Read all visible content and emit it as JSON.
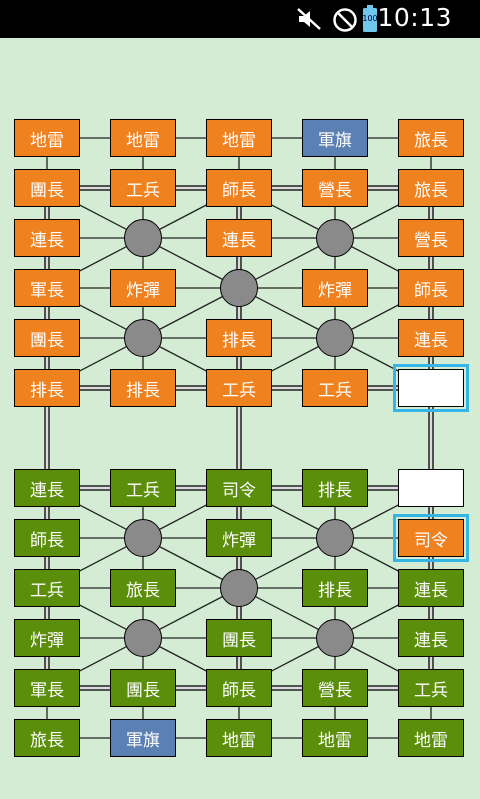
{
  "status_bar": {
    "time": "10:13",
    "battery_label": "100",
    "icons": [
      "mute-icon",
      "blocked-icon",
      "battery-icon"
    ]
  },
  "colors": {
    "background": "#d3ecd3",
    "orange_piece": "#f0811f",
    "green_piece": "#5a8e0b",
    "flag_piece": "#5b80b4",
    "camp": "#8a8a8a",
    "empty_piece": "#ffffff",
    "selection": "#35b5e6"
  },
  "board": {
    "columns": 5,
    "camp_positions": [
      [
        2,
        1
      ],
      [
        2,
        3
      ],
      [
        3,
        2
      ],
      [
        4,
        1
      ],
      [
        4,
        3
      ],
      [
        7,
        1
      ],
      [
        7,
        3
      ],
      [
        8,
        2
      ],
      [
        9,
        1
      ],
      [
        9,
        3
      ]
    ],
    "railroad_rows": [
      1,
      5,
      6,
      10
    ],
    "railroad_columns": [
      0,
      2,
      4
    ],
    "selected_cells": [
      [
        5,
        4
      ],
      [
        7,
        4
      ]
    ],
    "rows": [
      {
        "row": 0,
        "cells": [
          {
            "col": 0,
            "text": "地雷",
            "side": "orange"
          },
          {
            "col": 1,
            "text": "地雷",
            "side": "orange"
          },
          {
            "col": 2,
            "text": "地雷",
            "side": "orange"
          },
          {
            "col": 3,
            "text": "軍旗",
            "side": "flag"
          },
          {
            "col": 4,
            "text": "旅長",
            "side": "orange"
          }
        ]
      },
      {
        "row": 1,
        "cells": [
          {
            "col": 0,
            "text": "團長",
            "side": "orange"
          },
          {
            "col": 1,
            "text": "工兵",
            "side": "orange"
          },
          {
            "col": 2,
            "text": "師長",
            "side": "orange"
          },
          {
            "col": 3,
            "text": "營長",
            "side": "orange"
          },
          {
            "col": 4,
            "text": "旅長",
            "side": "orange"
          }
        ]
      },
      {
        "row": 2,
        "cells": [
          {
            "col": 0,
            "text": "連長",
            "side": "orange"
          },
          {
            "col": 2,
            "text": "連長",
            "side": "orange"
          },
          {
            "col": 4,
            "text": "營長",
            "side": "orange"
          }
        ]
      },
      {
        "row": 3,
        "cells": [
          {
            "col": 0,
            "text": "軍長",
            "side": "orange"
          },
          {
            "col": 1,
            "text": "炸彈",
            "side": "orange"
          },
          {
            "col": 3,
            "text": "炸彈",
            "side": "orange"
          },
          {
            "col": 4,
            "text": "師長",
            "side": "orange"
          }
        ]
      },
      {
        "row": 4,
        "cells": [
          {
            "col": 0,
            "text": "團長",
            "side": "orange"
          },
          {
            "col": 2,
            "text": "排長",
            "side": "orange"
          },
          {
            "col": 4,
            "text": "連長",
            "side": "orange"
          }
        ]
      },
      {
        "row": 5,
        "cells": [
          {
            "col": 0,
            "text": "排長",
            "side": "orange"
          },
          {
            "col": 1,
            "text": "排長",
            "side": "orange"
          },
          {
            "col": 2,
            "text": "工兵",
            "side": "orange"
          },
          {
            "col": 3,
            "text": "工兵",
            "side": "orange"
          },
          {
            "col": 4,
            "text": "",
            "side": "empty"
          }
        ]
      },
      {
        "row": 6,
        "cells": [
          {
            "col": 0,
            "text": "連長",
            "side": "green"
          },
          {
            "col": 1,
            "text": "工兵",
            "side": "green"
          },
          {
            "col": 2,
            "text": "司令",
            "side": "green"
          },
          {
            "col": 3,
            "text": "排長",
            "side": "green"
          },
          {
            "col": 4,
            "text": "",
            "side": "empty"
          }
        ]
      },
      {
        "row": 7,
        "cells": [
          {
            "col": 0,
            "text": "師長",
            "side": "green"
          },
          {
            "col": 2,
            "text": "炸彈",
            "side": "green"
          },
          {
            "col": 4,
            "text": "司令",
            "side": "orange"
          }
        ]
      },
      {
        "row": 8,
        "cells": [
          {
            "col": 0,
            "text": "工兵",
            "side": "green"
          },
          {
            "col": 1,
            "text": "旅長",
            "side": "green"
          },
          {
            "col": 3,
            "text": "排長",
            "side": "green"
          },
          {
            "col": 4,
            "text": "連長",
            "side": "green"
          }
        ]
      },
      {
        "row": 9,
        "cells": [
          {
            "col": 0,
            "text": "炸彈",
            "side": "green"
          },
          {
            "col": 2,
            "text": "團長",
            "side": "green"
          },
          {
            "col": 4,
            "text": "連長",
            "side": "green"
          }
        ]
      },
      {
        "row": 10,
        "cells": [
          {
            "col": 0,
            "text": "軍長",
            "side": "green"
          },
          {
            "col": 1,
            "text": "團長",
            "side": "green"
          },
          {
            "col": 2,
            "text": "師長",
            "side": "green"
          },
          {
            "col": 3,
            "text": "營長",
            "side": "green"
          },
          {
            "col": 4,
            "text": "工兵",
            "side": "green"
          }
        ]
      },
      {
        "row": 11,
        "cells": [
          {
            "col": 0,
            "text": "旅長",
            "side": "green"
          },
          {
            "col": 1,
            "text": "軍旗",
            "side": "flag"
          },
          {
            "col": 2,
            "text": "地雷",
            "side": "green"
          },
          {
            "col": 3,
            "text": "地雷",
            "side": "green"
          },
          {
            "col": 4,
            "text": "地雷",
            "side": "green"
          }
        ]
      }
    ]
  }
}
